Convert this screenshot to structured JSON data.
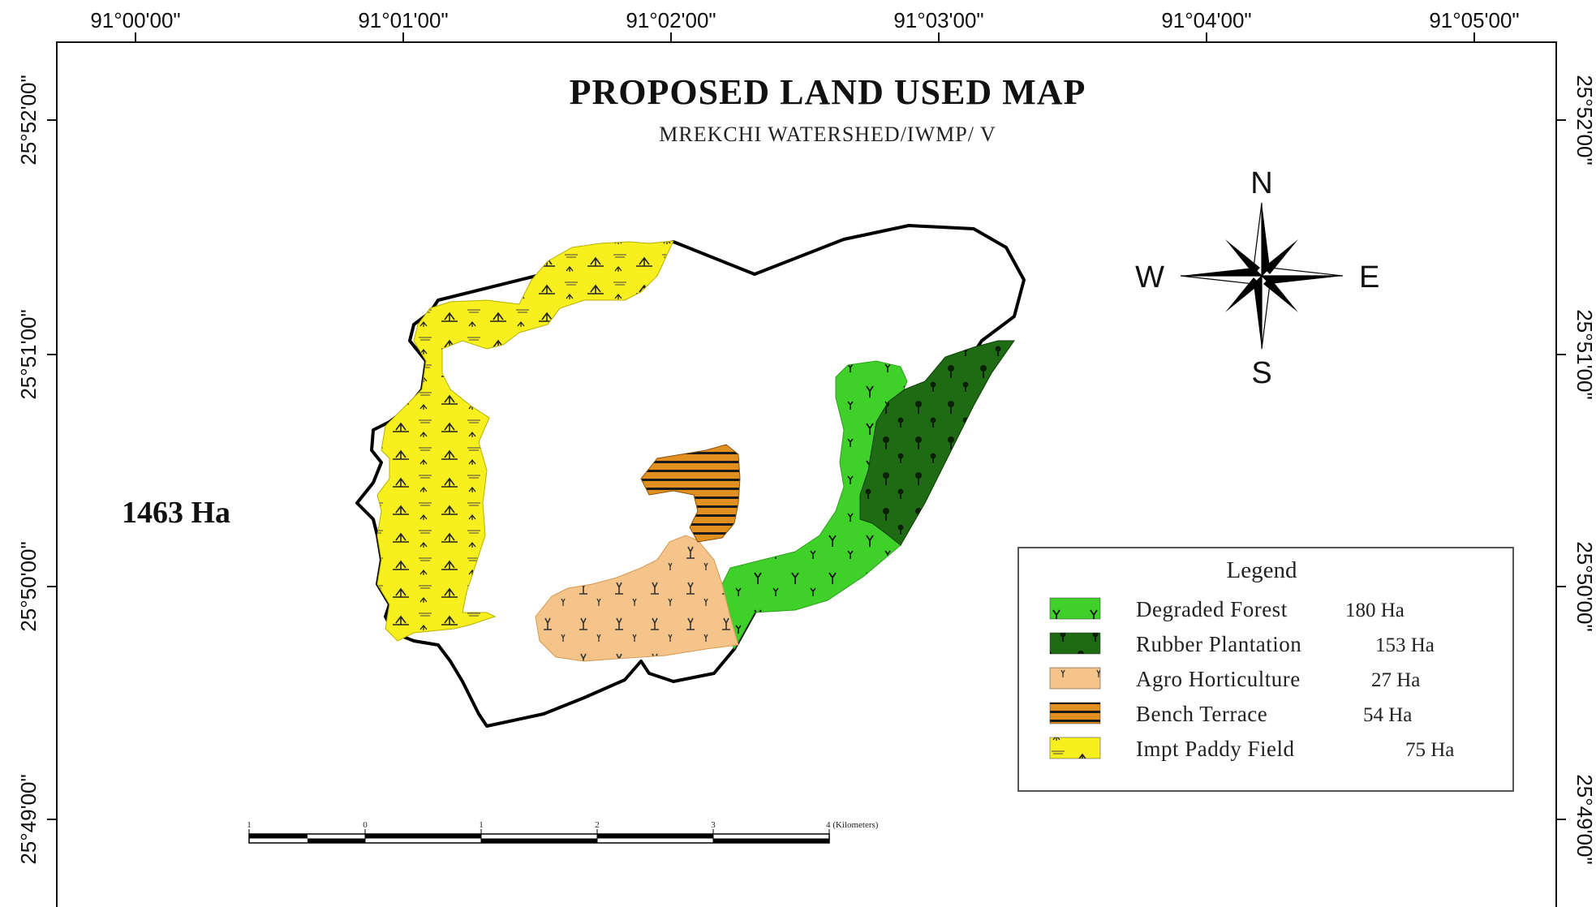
{
  "map": {
    "title": "PROPOSED LAND USED MAP",
    "subtitle": "MREKCHI  WATERSHED/IWMP/ V",
    "total_area": "1463 Ha",
    "top_longitudes": [
      "91°00'00\"",
      "91°01'00\"",
      "91°02'00\"",
      "91°03'00\"",
      "91°04'00\"",
      "91°05'00\""
    ],
    "left_latitudes": [
      "25°52'00\"",
      "25°51'00\"",
      "25°50'00\"",
      "25°49'00\""
    ],
    "right_latitudes": [
      "25°52'00\"",
      "25°51'00\"",
      "25°50'00\"",
      "25°49'00\""
    ],
    "compass": {
      "n": "N",
      "s": "S",
      "e": "E",
      "w": "W"
    },
    "scale_bar": {
      "labels": [
        "1",
        "0",
        "1",
        "2",
        "3",
        "4 (Kilometers)"
      ]
    },
    "legend": {
      "title": "Legend",
      "items": [
        {
          "label": "Degraded Forest",
          "area": "180 Ha",
          "color": "#3fd12a"
        },
        {
          "label": "Rubber Plantation",
          "area": "153  Ha",
          "color": "#1e6b14"
        },
        {
          "label": "Agro  Horticulture",
          "area": "27 Ha",
          "color": "#f5c48a"
        },
        {
          "label": "Bench Terrace",
          "area": "54 Ha",
          "color": "#e1901f"
        },
        {
          "label": "Impt Paddy Field",
          "area": "75 Ha",
          "color": "#f7f01e"
        }
      ]
    },
    "colors": {
      "degraded_forest": "#3fd12a",
      "rubber_plantation": "#1e6b14",
      "agro_horticulture": "#f5c48a",
      "bench_terrace": "#e1901f",
      "impt_paddy_field": "#f7f01e",
      "boundary": "#000000"
    }
  }
}
